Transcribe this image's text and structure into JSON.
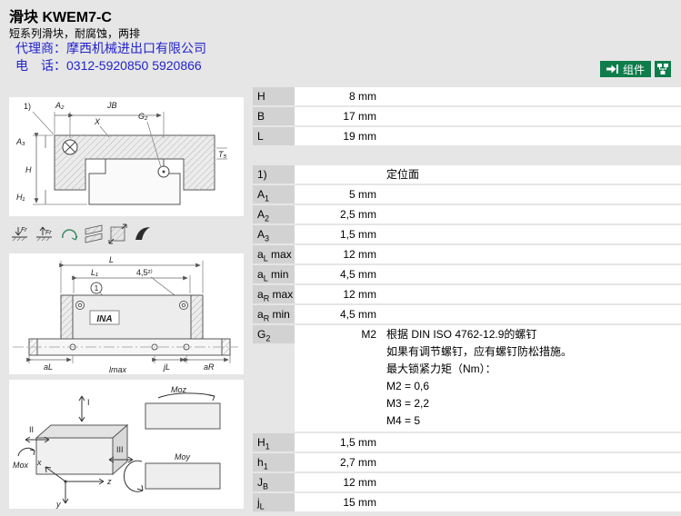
{
  "header": {
    "title": "滑块 KWEM7-C",
    "subtitle": "短系列滑块，耐腐蚀，两排",
    "agent": "代理商：摩西机械进出口有限公司",
    "phone": "电　话：0312-5920850 5920866",
    "components_label": "组件"
  },
  "colors": {
    "page_bg": "#e6e6e6",
    "accent_green": "#0e7c4b",
    "link_blue": "#2323cd",
    "label_gray": "#d2d2d2"
  },
  "table": {
    "rows": [
      {
        "pre": "H",
        "value": "8 mm"
      },
      {
        "pre": "B",
        "value": "17 mm"
      },
      {
        "pre": "L",
        "value": "19 mm"
      },
      {
        "pre": "1)",
        "desc": [
          "定位面"
        ],
        "gap": 22
      },
      {
        "pre": "A",
        "sub": "1",
        "value": "5 mm"
      },
      {
        "pre": "A",
        "sub": "2",
        "value": "2,5 mm"
      },
      {
        "pre": "A",
        "sub": "3",
        "value": "1,5 mm"
      },
      {
        "pre": "a",
        "sub": "L",
        "post": " max",
        "value": "12 mm"
      },
      {
        "pre": "a",
        "sub": "L",
        "post": " min",
        "value": "4,5 mm"
      },
      {
        "pre": "a",
        "sub": "R",
        "post": " max",
        "value": "12 mm"
      },
      {
        "pre": "a",
        "sub": "R",
        "post": " min",
        "value": "4,5 mm"
      },
      {
        "pre": "G",
        "sub": "2",
        "value": "M2",
        "tall": true,
        "desc": [
          "根据 DIN ISO 4762-12.9的螺钉",
          "如果有调节螺钉，应有螺钉防松措施。",
          "最大锁紧力矩（Nm）：",
          "M2 = 0,6",
          "M3 = 2,2",
          "M4 = 5"
        ]
      },
      {
        "pre": "H",
        "sub": "1",
        "value": "1,5 mm"
      },
      {
        "pre": "h",
        "sub": "1",
        "value": "2,7 mm"
      },
      {
        "pre": "J",
        "sub": "B",
        "value": "12 mm"
      },
      {
        "pre": "j",
        "sub": "L",
        "value": "15 mm"
      }
    ]
  },
  "diagrams": {
    "fr_label": "Fr",
    "section": {
      "note": "1)",
      "a2": "A₂",
      "jb": "JB",
      "x": "X",
      "g2": "G₂",
      "t5": "T₅",
      "a3": "A₃",
      "h": "H",
      "h1": "H₁"
    },
    "side": {
      "l": "L",
      "l1": "L₁",
      "hole": "4,5²⁾",
      "one": "1",
      "brand": "INA",
      "al": "aL",
      "lmax": "lmax",
      "jl": "jL",
      "ar": "aR"
    },
    "moments": {
      "i": "I",
      "ii": "II",
      "iii": "III",
      "mox": "Mox",
      "moz": "Moz",
      "moy": "Moy",
      "x": "x",
      "y": "y",
      "z": "z"
    }
  }
}
